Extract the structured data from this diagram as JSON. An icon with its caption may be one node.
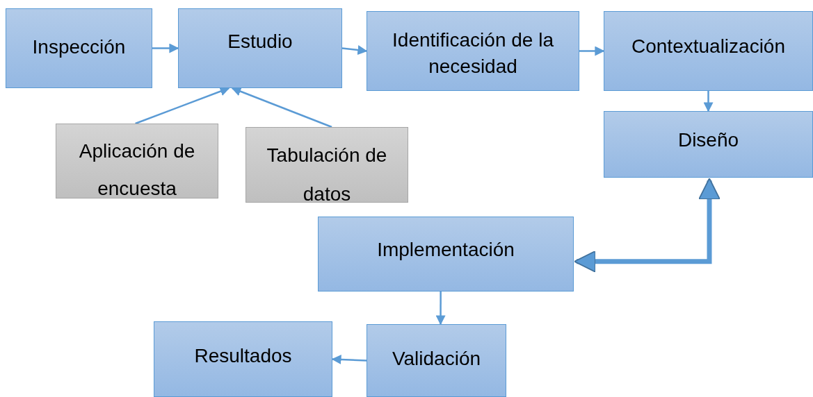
{
  "diagram": {
    "nodes": [
      {
        "text": [
          "Inspección"
        ]
      },
      {
        "text": [
          "Estudio"
        ]
      },
      {
        "text": [
          "Identificación de la necesidad"
        ]
      },
      {
        "text": [
          "Contextualización"
        ]
      },
      {
        "text": [
          "Diseño"
        ]
      },
      {
        "text": [
          "Aplicación de encuesta"
        ]
      },
      {
        "text": [
          "Tabulación de datos"
        ]
      },
      {
        "text": [
          "Implementación"
        ]
      },
      {
        "text": [
          "Resultados"
        ]
      },
      {
        "text": [
          "Validación"
        ]
      }
    ],
    "edges": [
      {
        "from": 0,
        "to": 1,
        "arrow": "to"
      },
      {
        "from": 1,
        "to": 2,
        "arrow": "to"
      },
      {
        "from": 2,
        "to": 3,
        "arrow": "to"
      },
      {
        "from": 3,
        "to": 4,
        "arrow": "to"
      },
      {
        "from": 5,
        "to": 1,
        "arrow": "to"
      },
      {
        "from": 6,
        "to": 1,
        "arrow": "to"
      },
      {
        "from": 4,
        "to": 7,
        "arrow": "both",
        "style": "thick"
      },
      {
        "from": 7,
        "to": 9,
        "arrow": "to"
      },
      {
        "from": 9,
        "to": 8,
        "arrow": "to"
      }
    ]
  }
}
